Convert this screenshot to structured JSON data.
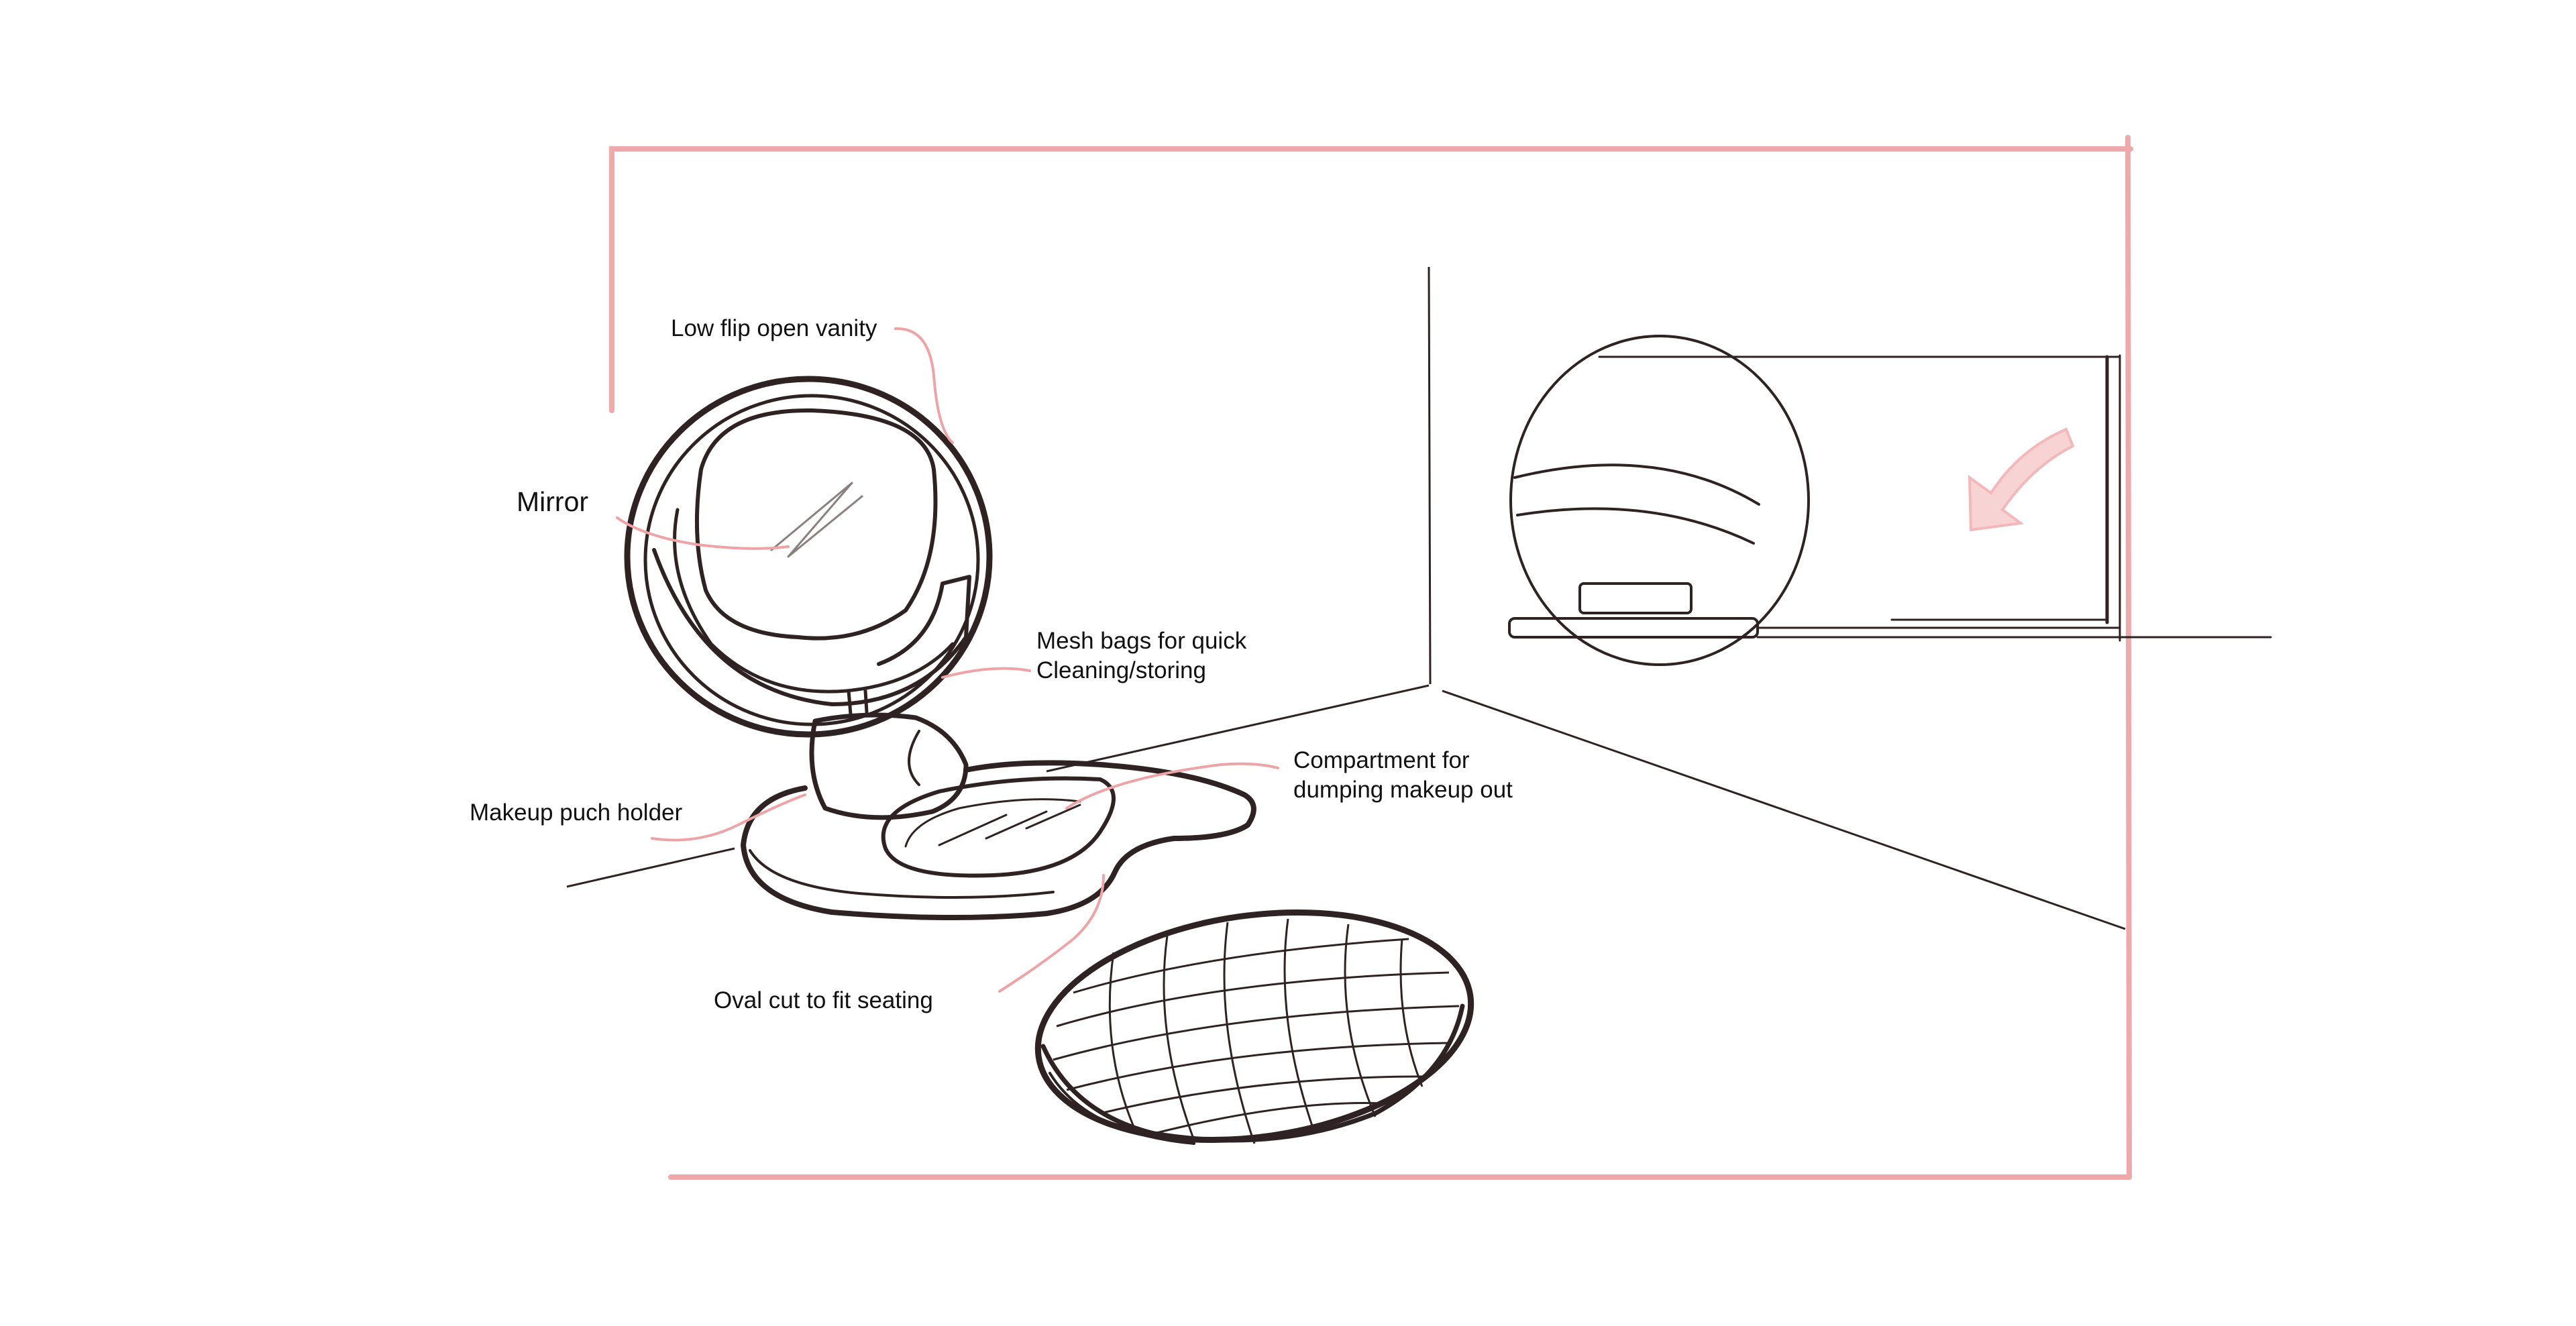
{
  "labels": {
    "low_flip_open_vanity": "Low flip open vanity",
    "mirror": "Mirror",
    "mesh_bags_line1": "Mesh bags for quick",
    "mesh_bags_line2": "Cleaning/storing",
    "compartment_line1": "Compartment for",
    "compartment_line2": "dumping makeup out",
    "makeup_pouch_holder": "Makeup puch holder",
    "oval_cut": "Oval cut to fit seating"
  },
  "colors": {
    "ink": "#2e2322",
    "frame": "#f0a9ab",
    "leader": "#eea3a6",
    "arrow": "#f2b8ba",
    "text": "#111111",
    "background": "#ffffff"
  }
}
